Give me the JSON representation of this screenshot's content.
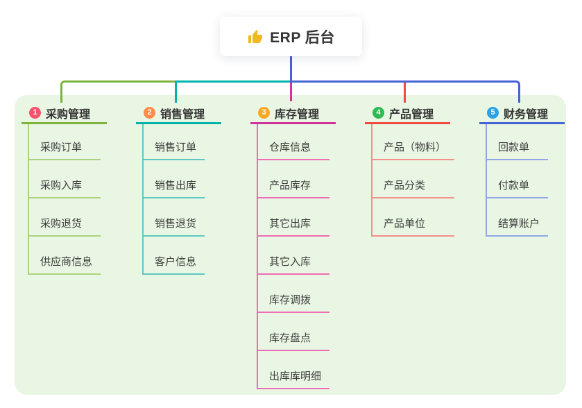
{
  "root": {
    "title": "ERP 后台",
    "icon": "thumbs-up-icon",
    "icon_color": "#f2b824",
    "line_color": "#4a5fce"
  },
  "panel": {
    "background": "#e9f6e3"
  },
  "branches": [
    {
      "num": "1",
      "label": "采购管理",
      "badge_color": "#f4536b",
      "line_color": "#7cb33c",
      "child_line_color": "#abd37f",
      "children": [
        "采购订单",
        "采购入库",
        "采购退货",
        "供应商信息"
      ]
    },
    {
      "num": "2",
      "label": "销售管理",
      "badge_color": "#fd8c4c",
      "line_color": "#00b3ab",
      "child_line_color": "#5fc7bf",
      "children": [
        "销售订单",
        "销售出库",
        "销售退货",
        "客户信息"
      ]
    },
    {
      "num": "3",
      "label": "库存管理",
      "badge_color": "#f9a825",
      "line_color": "#d23399",
      "child_line_color": "#ee6db4",
      "children": [
        "仓库信息",
        "产品库存",
        "其它出库",
        "其它入库",
        "库存调拨",
        "库存盘点",
        "出库库明细"
      ]
    },
    {
      "num": "4",
      "label": "产品管理",
      "badge_color": "#2eba52",
      "line_color": "#ef4b42",
      "child_line_color": "#f4908a",
      "children": [
        "产品（物料）",
        "产品分类",
        "产品单位"
      ]
    },
    {
      "num": "5",
      "label": "财务管理",
      "badge_color": "#2aa2e6",
      "line_color": "#4663d2",
      "child_line_color": "#90a8e5",
      "children": [
        "回款单",
        "付款单",
        "结算账户"
      ]
    }
  ]
}
